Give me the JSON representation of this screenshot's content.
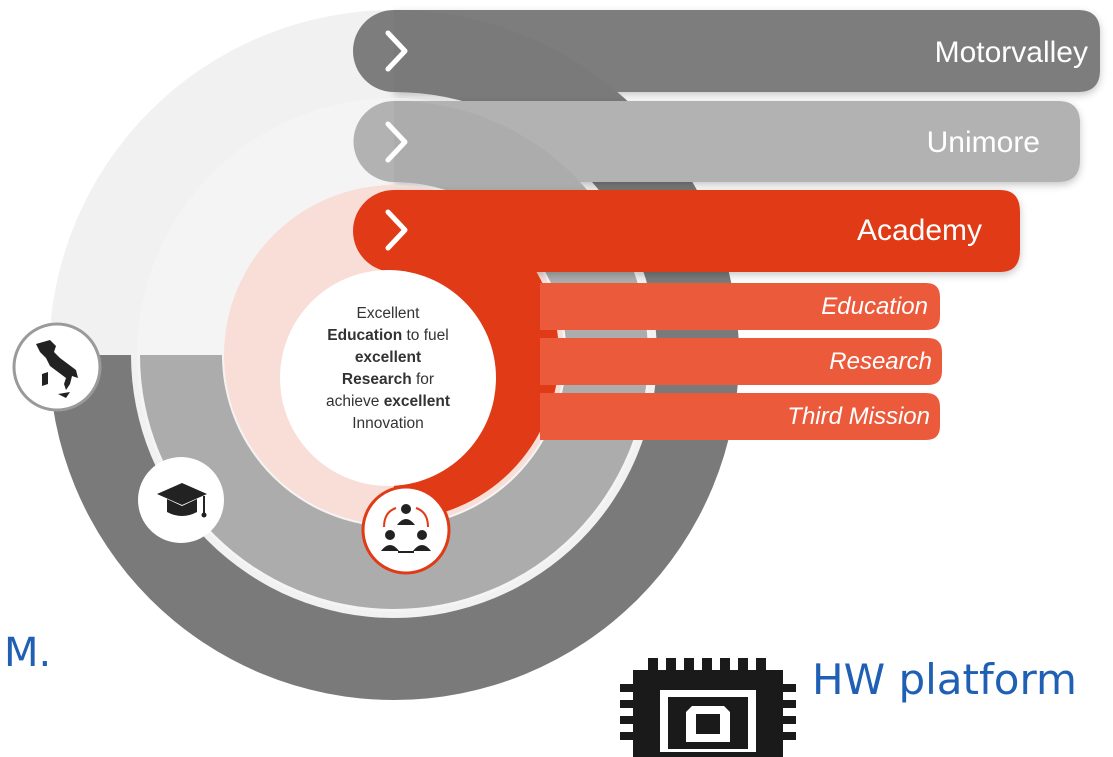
{
  "diagram": {
    "bands": [
      {
        "label": "Motorvalley",
        "color": "#7d7d7d"
      },
      {
        "label": "Unimore",
        "color": "#b2b2b2"
      },
      {
        "label": "Academy",
        "color": "#e03a16"
      }
    ],
    "sub_items": [
      "Education",
      "Research",
      "Third Mission"
    ],
    "sub_color": "#ec5a3c",
    "center_lines": [
      [
        {
          "t": "Excellent",
          "b": false
        }
      ],
      [
        {
          "t": "Education",
          "b": true
        },
        {
          "t": " to fuel",
          "b": false
        }
      ],
      [
        {
          "t": "excellent",
          "b": true
        }
      ],
      [
        {
          "t": "Research",
          "b": true
        },
        {
          "t": " for",
          "b": false
        }
      ],
      [
        {
          "t": "achieve ",
          "b": false
        },
        {
          "t": "excellent",
          "b": true
        }
      ],
      [
        {
          "t": "Innovation",
          "b": false
        }
      ]
    ],
    "icons": [
      "italy-map-icon",
      "graduation-cap-icon",
      "team-network-icon",
      "chevron-right-icon",
      "microchip-icon"
    ]
  },
  "side_fragments": [
    "M."
  ],
  "footer": {
    "hw_label": "HW platform"
  }
}
